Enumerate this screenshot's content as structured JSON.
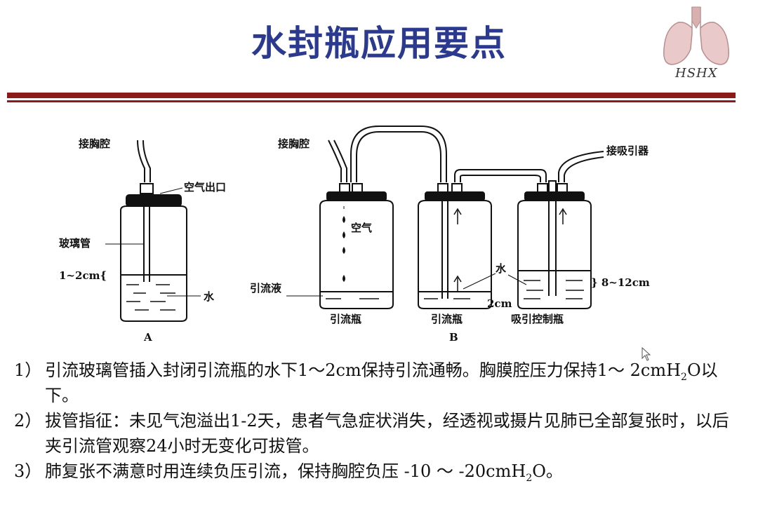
{
  "slide": {
    "title": "水封瓶应用要点",
    "logo_text": "HSHX"
  },
  "diagram": {
    "a": {
      "chest_label": "接胸腔",
      "air_outlet_label": "空气出口",
      "glass_tube_label": "玻璃管",
      "depth_label": "1~2cm{",
      "water_label": "水",
      "caption": "A"
    },
    "b": {
      "chest_label": "接胸腔",
      "suction_label": "接吸引器",
      "air_label": "空气",
      "drainage_fluid_label": "引流液",
      "water_label": "水",
      "depth_label": "2cm",
      "control_depth_label": "} 8~12cm",
      "bottle1_caption": "引流瓶",
      "bottle2_caption": "引流瓶",
      "bottle3_caption": "吸引控制瓶",
      "caption": "B"
    }
  },
  "notes": [
    {
      "num": "1）",
      "text_before": "引流玻璃管插入封闭引流瓶的水下1～2cm保持引流通畅。胸膜腔压力保持1～ 2cmH",
      "sub": "2",
      "text_after": "O以下。"
    },
    {
      "num": "2）",
      "text_before": "拔管指征：未见气泡溢出1-2天，患者气急症状消失，经透视或摄片见肺已全部复张时，以后夹引流管观察24小时无变化可拔管。",
      "sub": "",
      "text_after": ""
    },
    {
      "num": "3）",
      "text_before": "肺复张不满意时用连续负压引流，保持胸腔负压 -10 ～ -20cmH",
      "sub": "2",
      "text_after": "O。"
    }
  ]
}
